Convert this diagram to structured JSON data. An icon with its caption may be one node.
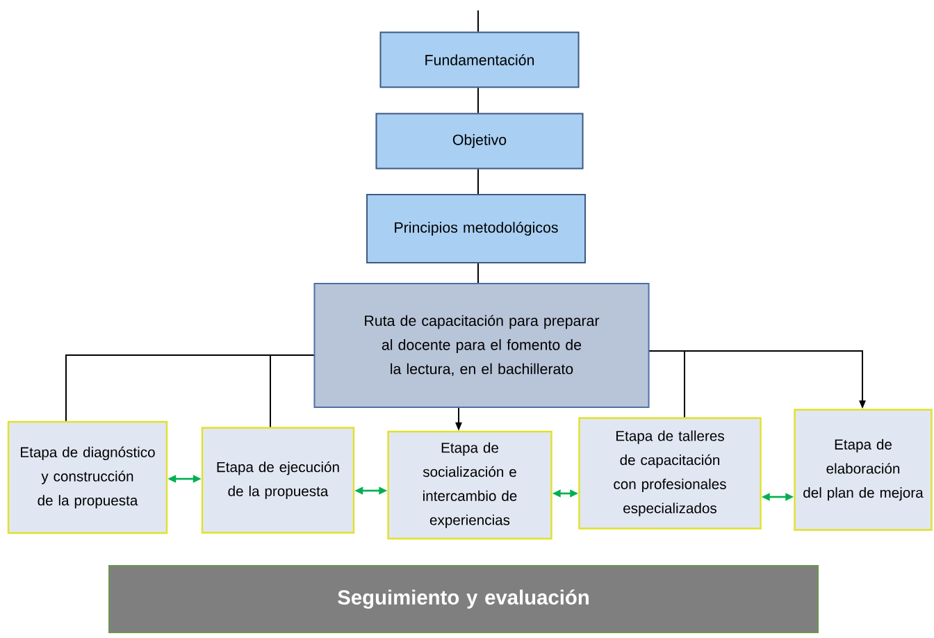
{
  "diagram": {
    "nodes": [
      {
        "text": [
          "Fundamentación"
        ]
      },
      {
        "text": [
          "Objetivo"
        ]
      },
      {
        "text": [
          "Principios metodológicos"
        ]
      },
      {
        "text": [
          "Ruta de capacitación para preparar al docente para el fomento de la lectura, en el bachillerato"
        ]
      },
      {
        "text": [
          "Etapa de diagnóstico y construcción de la propuesta"
        ]
      },
      {
        "text": [
          "Etapa de ejecución de la propuesta"
        ]
      },
      {
        "text": [
          "Etapa de socialización e intercambio de experiencias"
        ]
      },
      {
        "text": [
          "Etapa de talleres de capacitación con profesionales especializados"
        ]
      },
      {
        "text": [
          "Etapa de elaboración del plan de mejora"
        ]
      },
      {
        "text": [
          "Seguimiento y evaluación"
        ]
      }
    ],
    "edges": [
      {
        "from": null,
        "to": 0,
        "arrow": "none"
      },
      {
        "from": 0,
        "to": 1,
        "arrow": "none"
      },
      {
        "from": 1,
        "to": 2,
        "arrow": "none"
      },
      {
        "from": 2,
        "to": 3,
        "arrow": "none"
      },
      {
        "from": 3,
        "to": 4,
        "arrow": "none"
      },
      {
        "from": 3,
        "to": 5,
        "arrow": "none"
      },
      {
        "from": 3,
        "to": 6,
        "arrow": "to"
      },
      {
        "from": 3,
        "to": 7,
        "arrow": "none"
      },
      {
        "from": 3,
        "to": 8,
        "arrow": "to"
      },
      {
        "from": 4,
        "to": 5,
        "arrow": "both",
        "color": "#00b050"
      },
      {
        "from": 5,
        "to": 6,
        "arrow": "both",
        "color": "#00b050"
      },
      {
        "from": 6,
        "to": 7,
        "arrow": "both",
        "color": "#00b050"
      },
      {
        "from": 7,
        "to": 8,
        "arrow": "both",
        "color": "#00b050"
      }
    ]
  }
}
